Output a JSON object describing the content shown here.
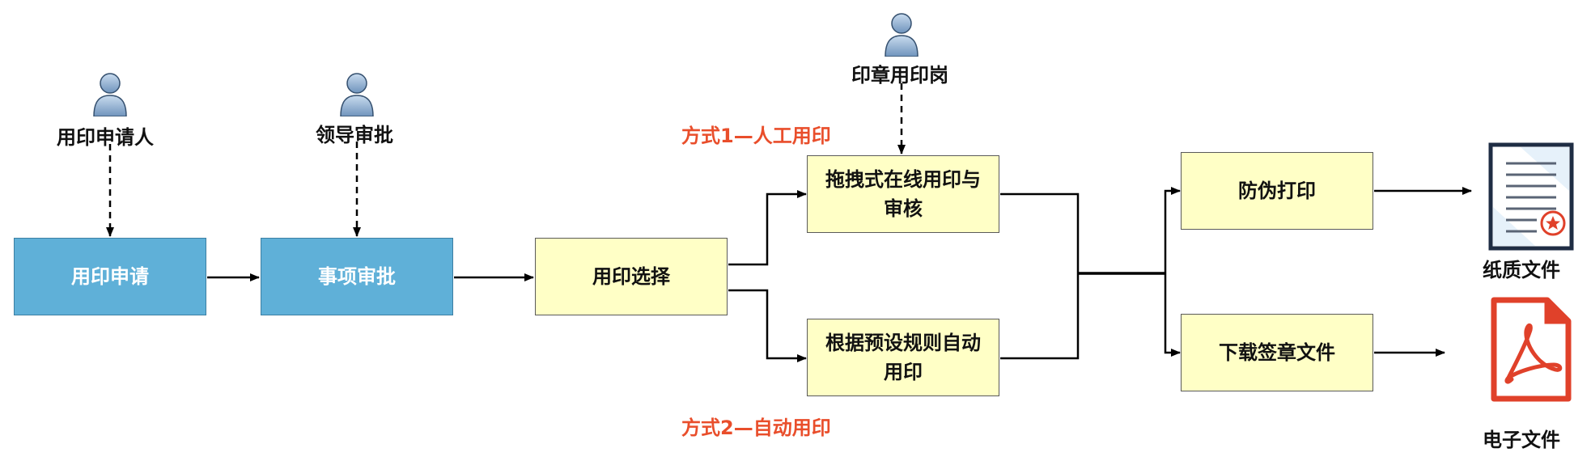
{
  "actors": {
    "applicant": "用印申请人",
    "leader": "领导审批",
    "seal_post": "印章用印岗"
  },
  "steps": {
    "apply": "用印申请",
    "approve": "事项审批",
    "select": "用印选择",
    "online_seal_line1": "拖拽式在线用印与",
    "online_seal_line2": "审核",
    "auto_seal_line1": "根据预设规则自动",
    "auto_seal_line2": "用印",
    "anti_fake_print": "防伪打印",
    "download_signed": "下载签章文件"
  },
  "methods": {
    "manual": "方式1—人工用印",
    "auto": "方式2—自动用印"
  },
  "outputs": {
    "paper": "纸质文件",
    "electronic": "电子文件"
  },
  "colors": {
    "blue_box": "#5fb0d8",
    "yellow_box": "#ffffc6",
    "method_text": "#e94e2b",
    "pdf_red": "#e0412a",
    "doc_navy": "#1f2d44"
  },
  "icons": [
    "person-icon",
    "paper-document-icon",
    "pdf-document-icon"
  ]
}
